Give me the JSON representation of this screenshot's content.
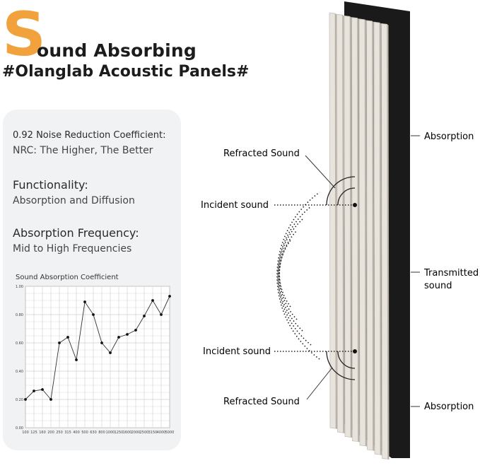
{
  "header": {
    "big_letter": "S",
    "title_rest": "ound Absorbing",
    "subtitle": "#Olanglab Acoustic Panels#"
  },
  "specs": {
    "nrc_title": "0.92 Noise Reduction Coefficient:",
    "nrc_desc": "NRC: The Higher, The Better",
    "functionality_title": "Functionality:",
    "functionality_desc": "Absorption and Diffusion",
    "frequency_title": "Absorption Frequency:",
    "frequency_desc": "Mid to High Frequencies"
  },
  "chart_data": {
    "type": "line",
    "title": "Sound Absorption Coefficient",
    "x": [
      "100",
      "125",
      "160",
      "200",
      "250",
      "315",
      "400",
      "500",
      "630",
      "800",
      "1000",
      "1250",
      "1600",
      "2000",
      "2500",
      "3150",
      "4000",
      "5000"
    ],
    "values": [
      0.2,
      0.26,
      0.27,
      0.2,
      0.6,
      0.64,
      0.48,
      0.89,
      0.8,
      0.6,
      0.53,
      0.64,
      0.66,
      0.69,
      0.79,
      0.9,
      0.8,
      0.93
    ],
    "ylim": [
      0,
      1
    ],
    "yticks": [
      "0.00",
      "0.20",
      "0.40",
      "0.60",
      "0.80",
      "1.00"
    ],
    "grid": true,
    "colors": {
      "line": "#333333",
      "grid": "#cfcfcf"
    }
  },
  "diagram": {
    "labels": {
      "refracted_top": "Refracted Sound",
      "incident_top": "Incident sound",
      "incident_bottom": "Incident sound",
      "refracted_bottom": "Refracted Sound",
      "absorption_top": "Absorption",
      "transmitted_line1": "Transmitted",
      "transmitted_line2": "sound",
      "absorption_bottom": "Absorption"
    },
    "colors": {
      "slat": "#e8e3dc",
      "slat_edge": "#c9c3ba",
      "backing": "#1a1a1a",
      "accent": "#f2a23c"
    }
  }
}
